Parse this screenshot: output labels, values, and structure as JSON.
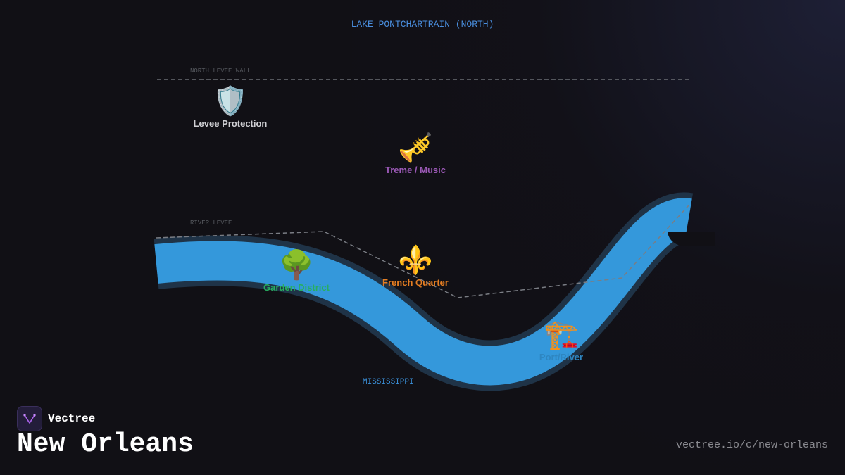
{
  "map": {
    "lake_label": "LAKE PONTCHARTRAIN (NORTH)",
    "north_levee_label": "NORTH LEVEE WALL",
    "river_levee_label": "RIVER LEVEE",
    "river_label": "MISSISSIPPI",
    "river_color": "#3498db",
    "river_edge_color": "#1f3347"
  },
  "pois": [
    {
      "label": "Levee Protection",
      "icon": "shield-icon",
      "glyph": "🛡️",
      "color": "#d0d0d4"
    },
    {
      "label": "Treme / Music",
      "icon": "trumpet-icon",
      "glyph": "🎺",
      "color": "#9b59b6"
    },
    {
      "label": "Garden District",
      "icon": "tree-icon",
      "glyph": "🌳",
      "color": "#27ae60"
    },
    {
      "label": "French Quarter",
      "icon": "fleur-de-lis-icon",
      "glyph": "⚜️",
      "color": "#e67e22"
    },
    {
      "label": "Port/River",
      "icon": "crane-icon",
      "glyph": "🏗️",
      "color": "#2e86c1"
    }
  ],
  "brand": {
    "name": "Vectree",
    "logo_icon": "vectree-logo-icon",
    "logo_color": "#a860e8"
  },
  "title": "New Orleans",
  "url": "vectree.io/c/new-orleans"
}
